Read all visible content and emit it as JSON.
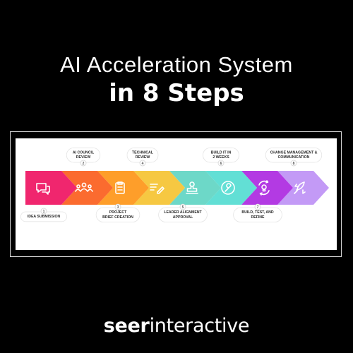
{
  "heading": {
    "line1": "AI Acceleration System",
    "line2": "in 8 Steps"
  },
  "brand": {
    "part1": "seer",
    "part2": "interactive"
  },
  "steps": [
    {
      "number": "1",
      "label": [
        "IDEA SUBMISSION"
      ],
      "color": "#f0266e",
      "icon": "chat-icon"
    },
    {
      "number": "2",
      "label": [
        "AI COUNCIL",
        "REVIEW"
      ],
      "color": "#fb6b2f",
      "icon": "people-icon"
    },
    {
      "number": "3",
      "label": [
        "PROJECT",
        "BRIEF CREATION"
      ],
      "color": "#fe9e2a",
      "icon": "clipboard-icon"
    },
    {
      "number": "4",
      "label": [
        "TECHNICAL",
        "REVIEW"
      ],
      "color": "#f6c842",
      "icon": "edit-list-icon"
    },
    {
      "number": "5",
      "label": [
        "LEADER ALIGNMENT",
        "APPROVAL"
      ],
      "color": "#6dd8c8",
      "icon": "stamp-icon"
    },
    {
      "number": "6",
      "label": [
        "BUILD IT IN",
        "2 WEEKS"
      ],
      "color": "#62dfd5",
      "icon": "wrench-icon"
    },
    {
      "number": "7",
      "label": [
        "BUILD, TEST, AND",
        "REFINE"
      ],
      "color": "#b33ae3",
      "icon": "lightbulb-cycle-icon"
    },
    {
      "number": "8",
      "label": [
        "CHANGE MANAGEMENT &",
        "COMMUNICATION"
      ],
      "color": "#c39af6",
      "icon": "rocket-icon"
    }
  ]
}
